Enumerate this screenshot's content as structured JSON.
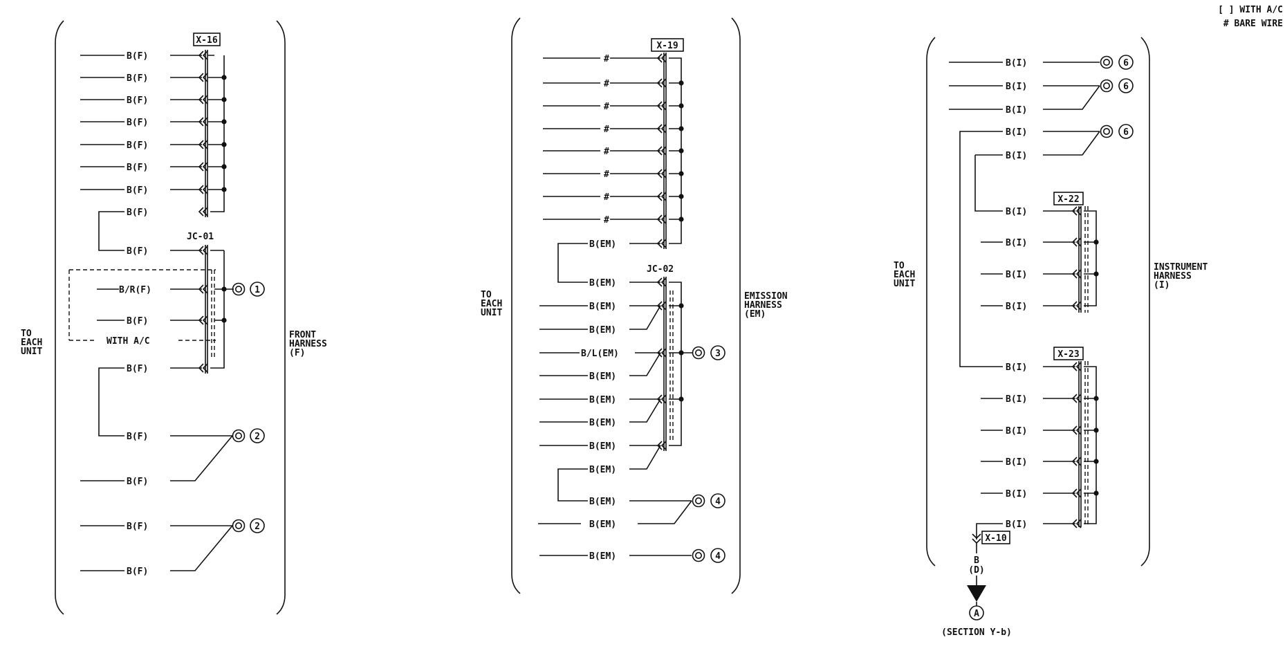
{
  "legend": {
    "line1": "[ ] WITH A/C",
    "line2": "#  BARE WIRE"
  },
  "front": {
    "to_each_unit": [
      "TO",
      "EACH",
      "UNIT"
    ],
    "harness_name": [
      "FRONT",
      "HARNESS",
      "(F)"
    ],
    "connector": "X-16",
    "junction": "JC-01",
    "with_ac": "WITH A/C",
    "wire": "B(F)",
    "wire_br": "B/R(F)",
    "ground_1": "1",
    "ground_2": "2"
  },
  "emission": {
    "to_each_unit": [
      "TO",
      "EACH",
      "UNIT"
    ],
    "harness_name": [
      "EMISSION",
      "HARNESS",
      "(EM)"
    ],
    "connector": "X-19",
    "junction": "JC-02",
    "bare": "#",
    "wire": "B(EM)",
    "wire_bl": "B/L(EM)",
    "ground_3": "3",
    "ground_4": "4"
  },
  "instrument": {
    "to_each_unit": [
      "TO",
      "EACH",
      "UNIT"
    ],
    "harness_name": [
      "INSTRUMENT",
      "HARNESS",
      "(I)"
    ],
    "connector_a": "X-22",
    "connector_b": "X-23",
    "connector_c": "X-10",
    "wire": "B(I)",
    "ground_6": "6",
    "out_wire": [
      "B",
      "(D)"
    ],
    "section_marker": "A",
    "section_ref": "(SECTION Y-b)"
  }
}
